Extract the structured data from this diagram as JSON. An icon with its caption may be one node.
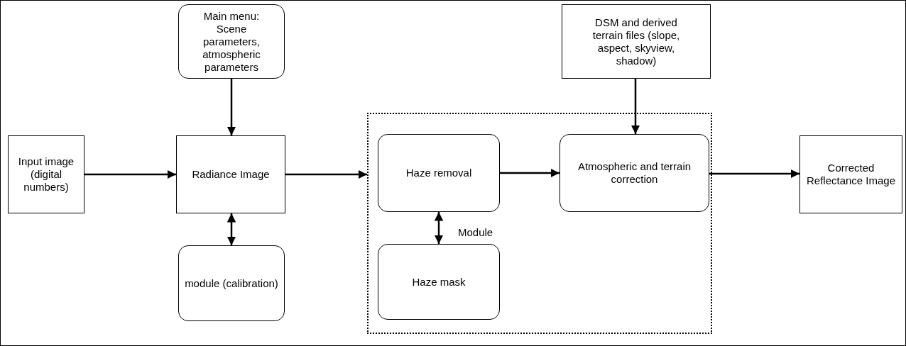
{
  "diagram": {
    "nodes": [
      {
        "text": [
          "Main menu: Scene parameters, atmospheric parameters"
        ]
      },
      {
        "text": [
          "DSM and derived terrain files (slope, aspect, skyview, shadow)"
        ]
      },
      {
        "text": [
          "Input image (digital numbers)"
        ]
      },
      {
        "text": [
          "Radiance Image"
        ]
      },
      {
        "text": [
          "Module"
        ]
      },
      {
        "text": [
          "Haze removal"
        ],
        "in": 4
      },
      {
        "text": [
          "Atmospheric and terrain correction"
        ],
        "in": 4
      },
      {
        "text": [
          "Haze mask"
        ],
        "in": 4
      },
      {
        "text": [
          "Corrected Reflectance Image"
        ]
      },
      {
        "text": [
          "module (calibration)"
        ]
      }
    ],
    "edges": [
      {
        "from": 2,
        "to": 3,
        "arrow": "to"
      },
      {
        "from": 0,
        "to": 3,
        "arrow": "to"
      },
      {
        "from": 3,
        "to": 9,
        "arrow": "both"
      },
      {
        "from": 3,
        "to": 4,
        "arrow": "to"
      },
      {
        "from": 5,
        "to": 6,
        "arrow": "to"
      },
      {
        "from": 5,
        "to": 7,
        "arrow": "both"
      },
      {
        "from": 1,
        "to": 6,
        "arrow": "to"
      },
      {
        "from": 6,
        "to": 8,
        "arrow": "to"
      }
    ]
  }
}
